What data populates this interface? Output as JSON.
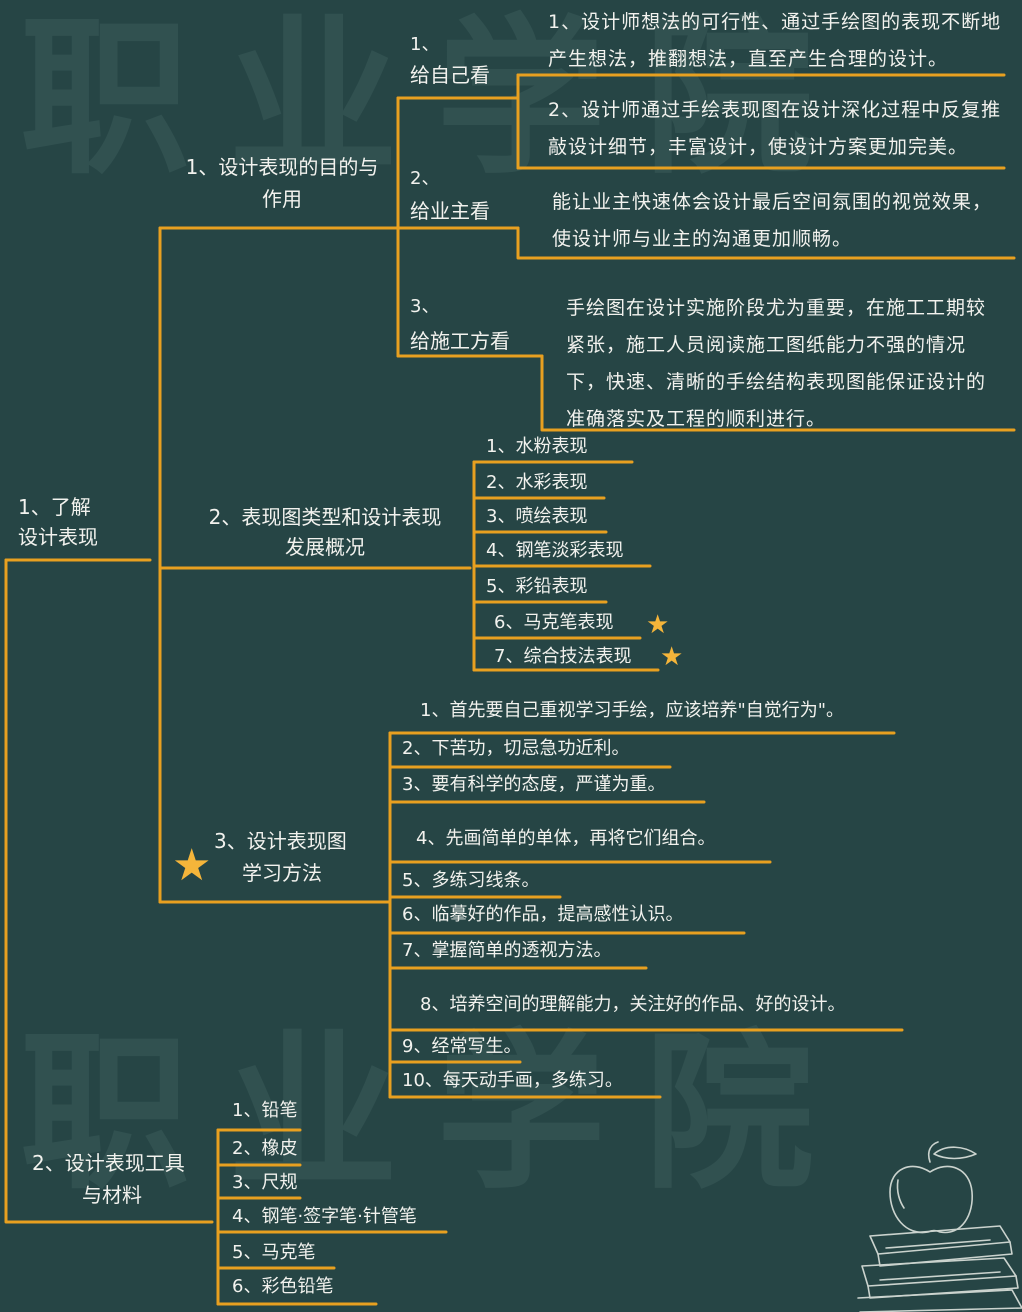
{
  "watermark": {
    "text_top": "职业学院",
    "text_bottom": "职业学院"
  },
  "root": {
    "label_line1": "1、了解",
    "label_line2": "设计表现"
  },
  "b1": {
    "label_line1": "1、设计表现的目的与",
    "label_line2": "作用",
    "n1": {
      "num": "1、",
      "label": "给自己看",
      "desc1": "1、设计师想法的可行性、通过手绘图的表现不断地产生想法，推翻想法，直至产生合理的设计。",
      "desc2": "2、设计师通过手绘表现图在设计深化过程中反复推敲设计细节，丰富设计，使设计方案更加完美。"
    },
    "n2": {
      "num": "2、",
      "label": "给业主看",
      "desc": "能让业主快速体会设计最后空间氛围的视觉效果，使设计师与业主的沟通更加顺畅。"
    },
    "n3": {
      "num": "3、",
      "label": "给施工方看",
      "desc": "手绘图在设计实施阶段尤为重要，在施工工期较紧张，施工人员阅读施工图纸能力不强的情况下，快速、清晰的手绘结构表现图能保证设计的准确落实及工程的顺利进行。"
    }
  },
  "b2": {
    "label_line1": "2、表现图类型和设计表现",
    "label_line2": "发展概况",
    "items": [
      "1、水粉表现",
      "2、水彩表现",
      "3、喷绘表现",
      "4、钢笔淡彩表现",
      "5、彩铅表现",
      "6、马克笔表现",
      "7、综合技法表现"
    ]
  },
  "b3": {
    "label_line1": "3、设计表现图",
    "label_line2": "学习方法",
    "items": [
      "1、首先要自己重视学习手绘，应该培养\"自觉行为\"。",
      "2、下苦功，切忌急功近利。",
      "3、要有科学的态度，严谨为重。",
      "4、先画简单的单体，再将它们组合。",
      "5、多练习线条。",
      "6、临摹好的作品，提高感性认识。",
      "7、掌握简单的透视方法。",
      "8、培养空间的理解能力，关注好的作品、好的设计。",
      "9、经常写生。",
      "10、每天动手画，多练习。"
    ]
  },
  "b4": {
    "label_line1": "2、设计表现工具",
    "label_line2": "与材料",
    "items": [
      "1、铅笔",
      "2、橡皮",
      "3、尺规",
      "4、钢笔·签字笔·针管笔",
      "5、马克笔",
      "6、彩色铅笔"
    ]
  },
  "colors": {
    "background": "#264545",
    "line": "#e8a020",
    "text": "#f2f2ee",
    "star": "#f5b53a"
  }
}
